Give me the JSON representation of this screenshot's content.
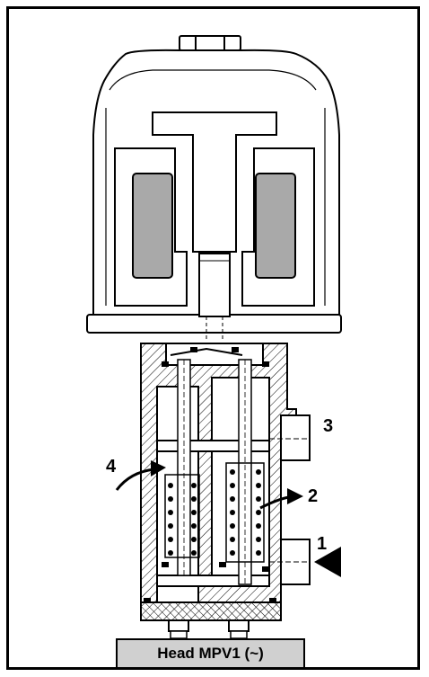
{
  "figure": {
    "caption": "Head MPV1 (~)",
    "ports": [
      {
        "id": "1",
        "label": "1"
      },
      {
        "id": "2",
        "label": "2"
      },
      {
        "id": "3",
        "label": "3"
      },
      {
        "id": "4",
        "label": "4"
      }
    ]
  },
  "colors": {
    "line": "#000000",
    "coil": "#a9a9a9",
    "caption_bg": "#d0d0d0",
    "hatch": "#000000"
  }
}
